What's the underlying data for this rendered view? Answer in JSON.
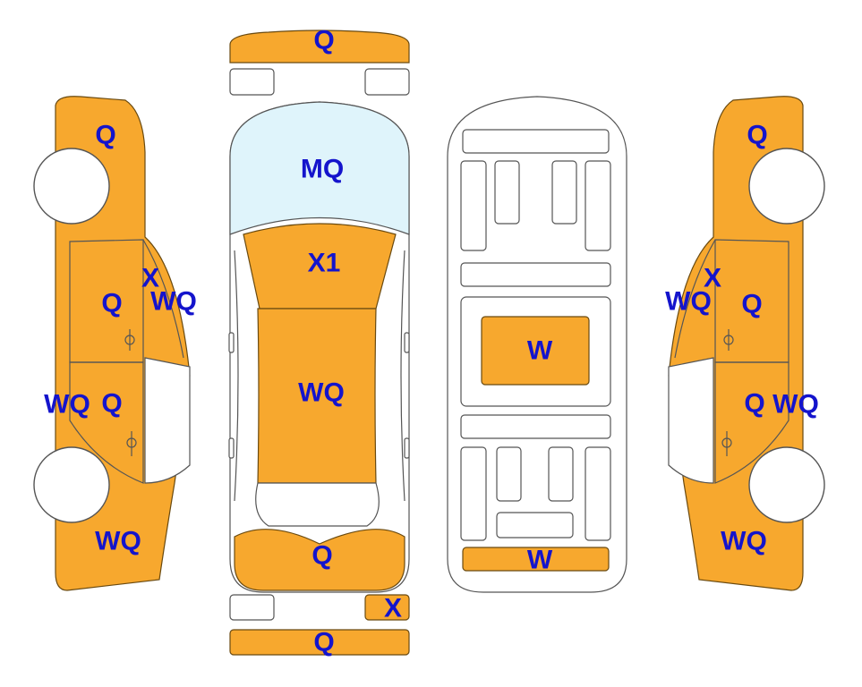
{
  "colors": {
    "damaged_panel": "#f7a82e",
    "windshield": "#dff4fb",
    "label": "#1414cc",
    "outline": "#555555"
  },
  "labels": {
    "left_fender": "Q",
    "left_a_pillar": "X",
    "left_door_front_upper": "WQ",
    "left_front_door": "Q",
    "left_rocker": "WQ",
    "left_rear_door": "Q",
    "left_quarter": "WQ",
    "front_bumper": "Q",
    "hood": "MQ",
    "windshield": "X1",
    "roof": "WQ",
    "trunk_lid": "Q",
    "rear_lamp": "X",
    "rear_bumper": "Q",
    "floor_center": "W",
    "floor_rear": "W",
    "right_fender": "Q",
    "right_a_pillar": "X",
    "right_door_front_upper": "WQ",
    "right_front_door": "Q",
    "right_rear_door": "Q",
    "right_rocker": "WQ",
    "right_quarter": "WQ"
  }
}
